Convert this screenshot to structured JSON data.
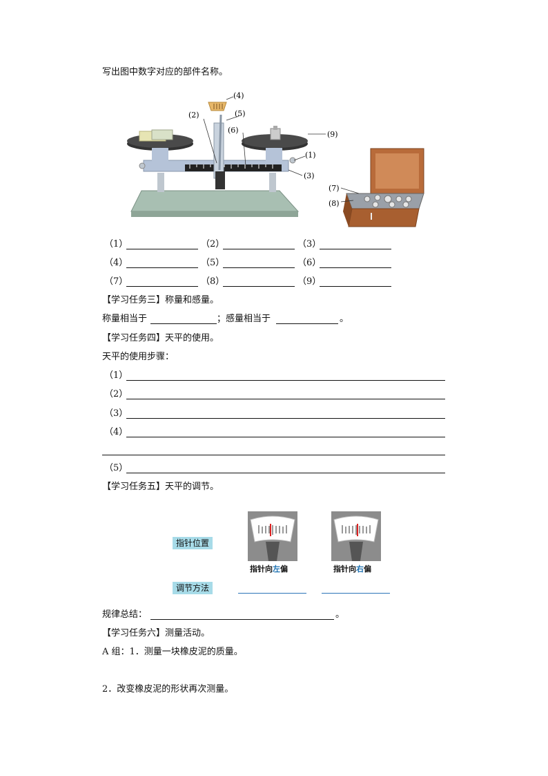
{
  "intro": "写出图中数字对应的部件名称。",
  "figure_labels": [
    "(1)",
    "(2)",
    "(3)",
    "(4)",
    "(5)",
    "(6)",
    "(7)",
    "(8)",
    "(9)"
  ],
  "blanks": [
    "（1）",
    "（2）",
    "（3）",
    "（4）",
    "（5）",
    "（6）",
    "（7）",
    "（8）",
    "（9）"
  ],
  "task3": {
    "title": "【学习任务三】称量和感量。",
    "line_a": "称量相当于",
    "line_b": "；感量相当于",
    "end": "。"
  },
  "task4": {
    "title": "【学习任务四】天平的使用。",
    "subtitle": "天平的使用步骤：",
    "steps": [
      "（1）",
      "（2）",
      "（3）",
      "（4）",
      "（5）"
    ]
  },
  "task5": {
    "title": "【学习任务五】天平的调节。",
    "pointer_label": "指针位置",
    "method_label": "调节方法",
    "left_caption_a": "指针向",
    "left_caption_hl": "左",
    "left_caption_b": "偏",
    "right_caption_a": "指针向",
    "right_caption_hl": "右",
    "right_caption_b": "偏",
    "summary": "规律总结：",
    "summary_end": "。"
  },
  "task6": {
    "title": "【学习任务六】测量活动。",
    "item1": "A 组：1．测量一块橡皮泥的质量。",
    "item2": "2．改变橡皮泥的形状再次测量。"
  },
  "colors": {
    "label_bg": "#a7dbe8",
    "highlight": "#1a6fb0",
    "red_needle": "#d22"
  }
}
